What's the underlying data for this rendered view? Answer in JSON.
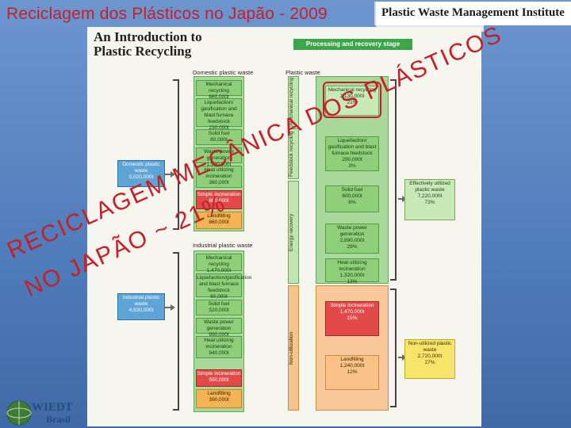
{
  "slide": {
    "title": "Reciclagem dos Plásticos no Japão - 2009",
    "institute": "Plastic Waste Management Institute",
    "book_title": [
      "An Introduction to",
      "Plastic Recycling"
    ]
  },
  "diagram": {
    "stage_header": "Processing and recovery stage",
    "section_domestic": "Domestic plastic waste",
    "section_plastic": "Plastic waste",
    "section_industrial": "Industrial plastic waste",
    "side_labels": {
      "mechanical": "Mechanical recycling",
      "feedstock": "Feedstock recycling",
      "energy": "Energy recovery",
      "non_util": "Non-utilization"
    },
    "sources": [
      {
        "label": "Domestic plastic waste",
        "value": "5,020,000t"
      },
      {
        "label": "Industrial plastic waste",
        "value": "4,920,000t"
      }
    ],
    "domestic_items": [
      {
        "label": "Mechanical recycling",
        "value": "660,000t"
      },
      {
        "label": "Liquefaction/ gasification and blast furnace feedstock",
        "value": "230,000t"
      },
      {
        "label": "Solid fuel",
        "value": "80,000t"
      },
      {
        "label": "Waste power generation",
        "value": "1,900,000t"
      },
      {
        "label": "Heat utilizing incineration",
        "value": "380,000t"
      },
      {
        "label": "Simple incineration",
        "value": "880,000t"
      },
      {
        "label": "Landfilling",
        "value": "860,000t"
      }
    ],
    "industrial_items": [
      {
        "label": "Mechanical recycling",
        "value": "1,470,000t"
      },
      {
        "label": "Liquefaction/gasification and blast furnace feedstock",
        "value": "60,000t"
      },
      {
        "label": "Solid fuel",
        "value": "520,000t"
      },
      {
        "label": "Waste power generation",
        "value": "990,000t"
      },
      {
        "label": "Heat utilizing incineration",
        "value": "940,000t"
      },
      {
        "label": "Simple incineration",
        "value": "590,000t"
      },
      {
        "label": "Landfilling",
        "value": "390,000t"
      }
    ],
    "totals": [
      {
        "label": "Mechanical recycling",
        "value": "2,130,000t",
        "pct": "21%"
      },
      {
        "label": "Liquefaction/ gasification and blast furnace feedstock",
        "value": "290,000t",
        "pct": "3%"
      },
      {
        "label": "Solid fuel",
        "value": "600,000t",
        "pct": "6%"
      },
      {
        "label": "Waste power generation",
        "value": "2,890,000t",
        "pct": "29%"
      },
      {
        "label": "Heat utilizing incineration",
        "value": "1,320,000t",
        "pct": "13%"
      },
      {
        "label": "Simple incineration",
        "value": "1,470,000t",
        "pct": "15%"
      },
      {
        "label": "Landfilling",
        "value": "1,240,000t",
        "pct": "12%"
      }
    ],
    "outcomes": [
      {
        "label": "Effectively utilized plastic waste",
        "value": "7,220,000t",
        "pct": "73%"
      },
      {
        "label": "Non-utilized plastic waste",
        "value": "2,720,000t",
        "pct": "27%"
      }
    ]
  },
  "overlay": {
    "line1": "RECICLAGEM MECÂNICA DOS PLÁSTICOS",
    "line2": "NO JAPÃO ~ 21%"
  },
  "watermark": {
    "text": "WIEDT",
    "sub": "Brasil"
  },
  "colors": {
    "title": "#c5202a",
    "overlay": "#c3202a",
    "background": "#5b86c2"
  }
}
